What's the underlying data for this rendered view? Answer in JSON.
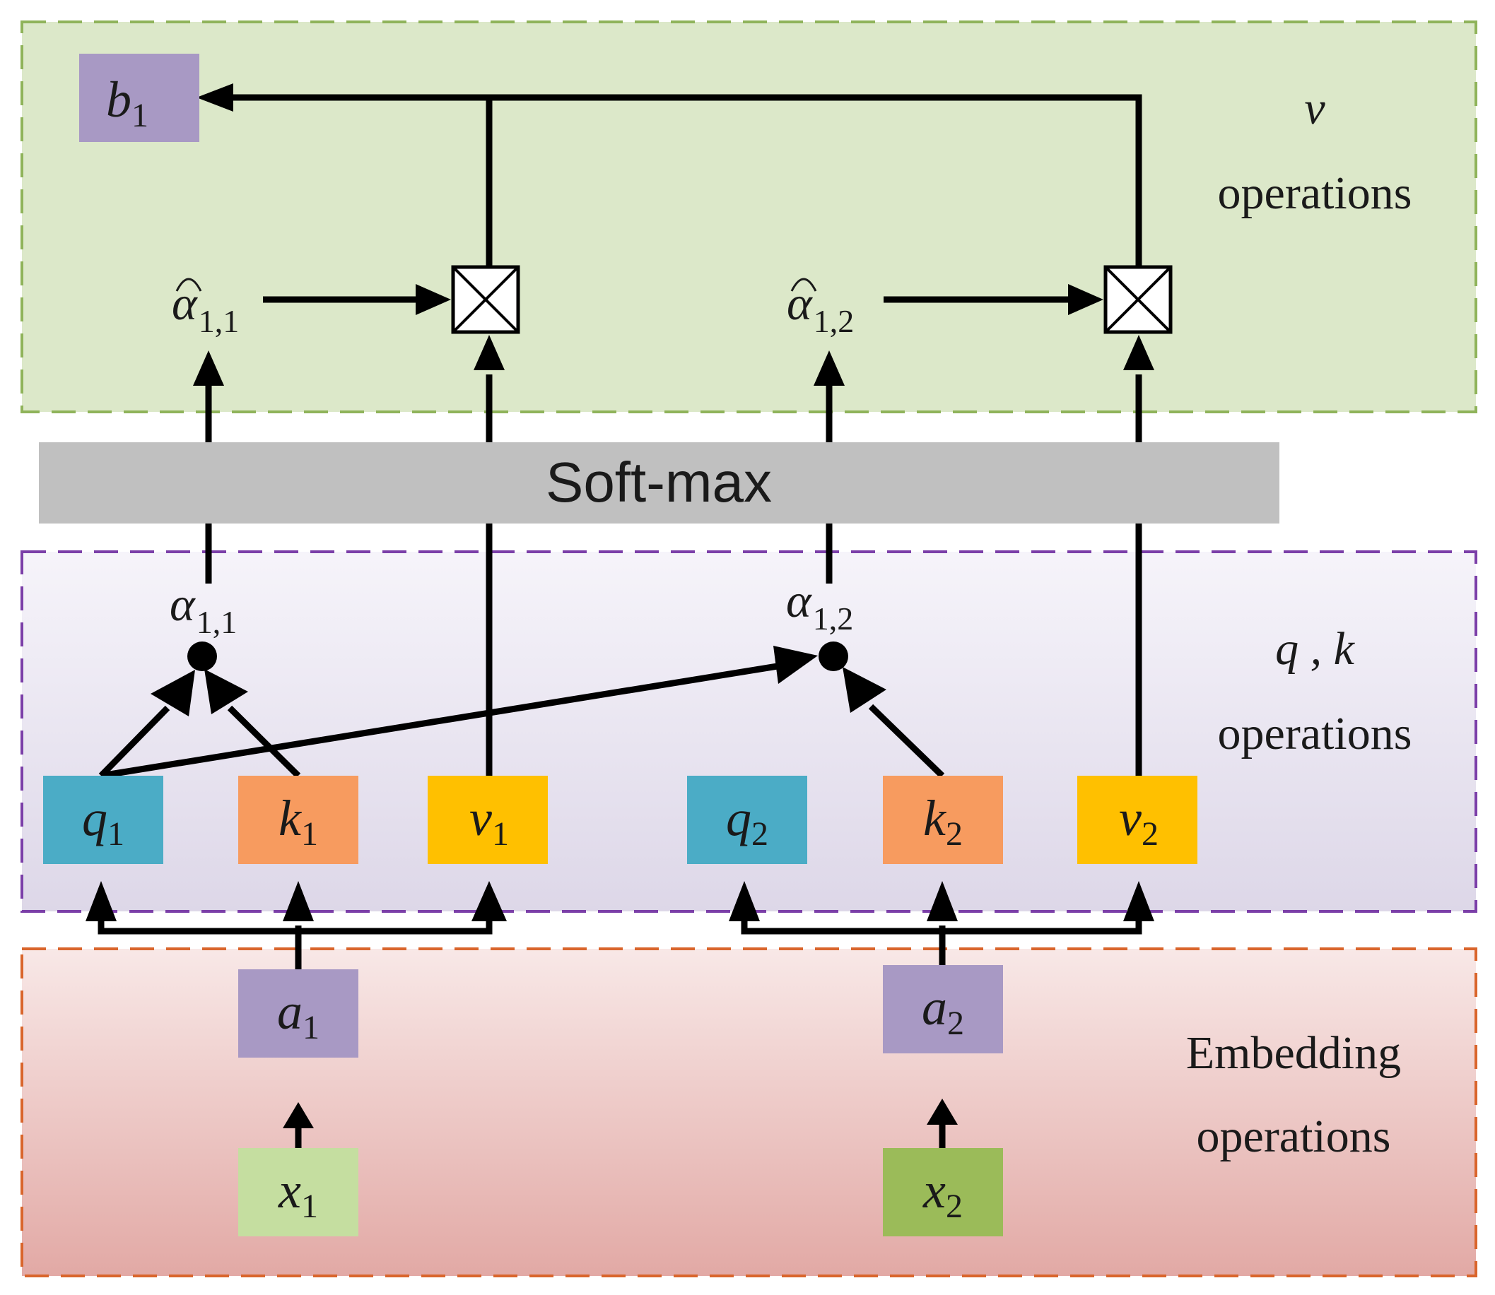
{
  "regions": {
    "v_ops": {
      "line1": "v",
      "line2": "operations",
      "fill": "#dce8c9",
      "border": "#8fb35a"
    },
    "qk_ops": {
      "line1": "q , k",
      "line2": "operations",
      "fill": "#e6e2ee",
      "border": "#7b3fa8"
    },
    "embed_ops": {
      "line1": "Embedding",
      "line2": "operations",
      "fill": "#eec9c6",
      "border": "#d9652c"
    }
  },
  "softmax": {
    "label": "Soft-max",
    "fill": "#c0c0c0"
  },
  "nodes": {
    "b1": {
      "sym": "b",
      "sub": "1",
      "fill": "#a899c4"
    },
    "q1": {
      "sym": "q",
      "sub": "1",
      "fill": "#4bacc6"
    },
    "k1": {
      "sym": "k",
      "sub": "1",
      "fill": "#f79b5f"
    },
    "v1": {
      "sym": "v",
      "sub": "1",
      "fill": "#ffc000"
    },
    "q2": {
      "sym": "q",
      "sub": "2",
      "fill": "#4bacc6"
    },
    "k2": {
      "sym": "k",
      "sub": "2",
      "fill": "#f79b5f"
    },
    "v2": {
      "sym": "v",
      "sub": "2",
      "fill": "#ffc000"
    },
    "a1": {
      "sym": "a",
      "sub": "1",
      "fill": "#a899c4"
    },
    "a2": {
      "sym": "a",
      "sub": "2",
      "fill": "#a899c4"
    },
    "x1": {
      "sym": "x",
      "sub": "1",
      "fill": "#c5dea0"
    },
    "x2": {
      "sym": "x",
      "sub": "2",
      "fill": "#9bbb59"
    }
  },
  "scores": {
    "alpha11": {
      "sym": "α",
      "sub": "1,1"
    },
    "alpha12": {
      "sym": "α",
      "sub": "1,2"
    },
    "alpha_hat11": {
      "sym": "α",
      "sub": "1,1"
    },
    "alpha_hat12": {
      "sym": "α",
      "sub": "1,2"
    }
  },
  "multiply_symbol": "⊠"
}
